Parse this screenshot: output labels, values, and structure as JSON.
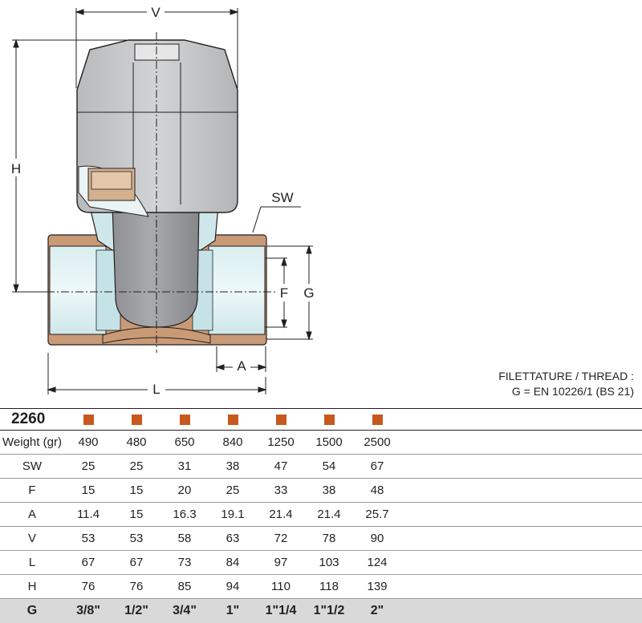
{
  "drawing": {
    "dimension_labels": {
      "v": "V",
      "h": "H",
      "sw": "SW",
      "f": "F",
      "g": "G",
      "a": "A",
      "l": "L"
    }
  },
  "thread_note": {
    "line1": "FILETTATURE / THREAD :",
    "line2": "G = EN 10226/1 (BS 21)"
  },
  "table": {
    "code": "2260",
    "swatch_color": "#c8581e",
    "rows": [
      {
        "label": "Weight (gr)",
        "values": [
          "490",
          "480",
          "650",
          "840",
          "1250",
          "1500",
          "2500"
        ]
      },
      {
        "label": "SW",
        "values": [
          "25",
          "25",
          "31",
          "38",
          "47",
          "54",
          "67"
        ]
      },
      {
        "label": "F",
        "values": [
          "15",
          "15",
          "20",
          "25",
          "33",
          "38",
          "48"
        ]
      },
      {
        "label": "A",
        "values": [
          "11.4",
          "15",
          "16.3",
          "19.1",
          "21.4",
          "21.4",
          "25.7"
        ]
      },
      {
        "label": "V",
        "values": [
          "53",
          "53",
          "58",
          "63",
          "72",
          "78",
          "90"
        ]
      },
      {
        "label": "L",
        "values": [
          "67",
          "67",
          "73",
          "84",
          "97",
          "103",
          "124"
        ]
      },
      {
        "label": "H",
        "values": [
          "76",
          "76",
          "85",
          "94",
          "110",
          "118",
          "139"
        ]
      }
    ],
    "g_row": {
      "label": "G",
      "values": [
        "3/8\"",
        "1/2\"",
        "3/4\"",
        "1\"",
        "1\"1/4",
        "1\"1/2",
        "2\""
      ]
    }
  }
}
